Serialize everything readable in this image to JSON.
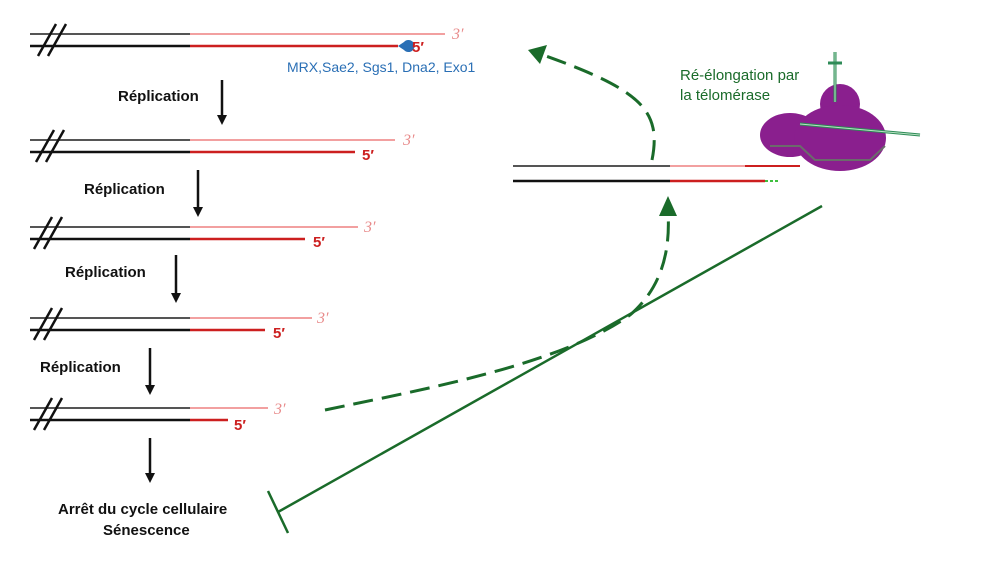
{
  "replication_label": "Réplication",
  "prime_3": "3′",
  "prime_5": "5′",
  "nucleases_label": "MRX,Sae2, Sgs1, Dna2, Exo1",
  "outcome": {
    "line1": "Arrêt du cycle cellulaire",
    "line2": "Sénescence"
  },
  "telomerase_label": {
    "line1": "Ré-élongation par",
    "line2": "la télomérase"
  },
  "colors": {
    "duplex_grey": "#555555",
    "duplex_black": "#111111",
    "overhang_pink": "#f2a0a0",
    "strand_red": "#cc1f1f",
    "arrow_green": "#1a6b2a",
    "telomerase_purple": "#8a1f8e",
    "nuclease_blue": "#2a6fb5"
  },
  "icons": [
    "chromosome-break-icon",
    "down-arrow-icon",
    "telomerase-enzyme-icon",
    "nuclease-pacman-icon",
    "inhibition-bar-icon"
  ]
}
